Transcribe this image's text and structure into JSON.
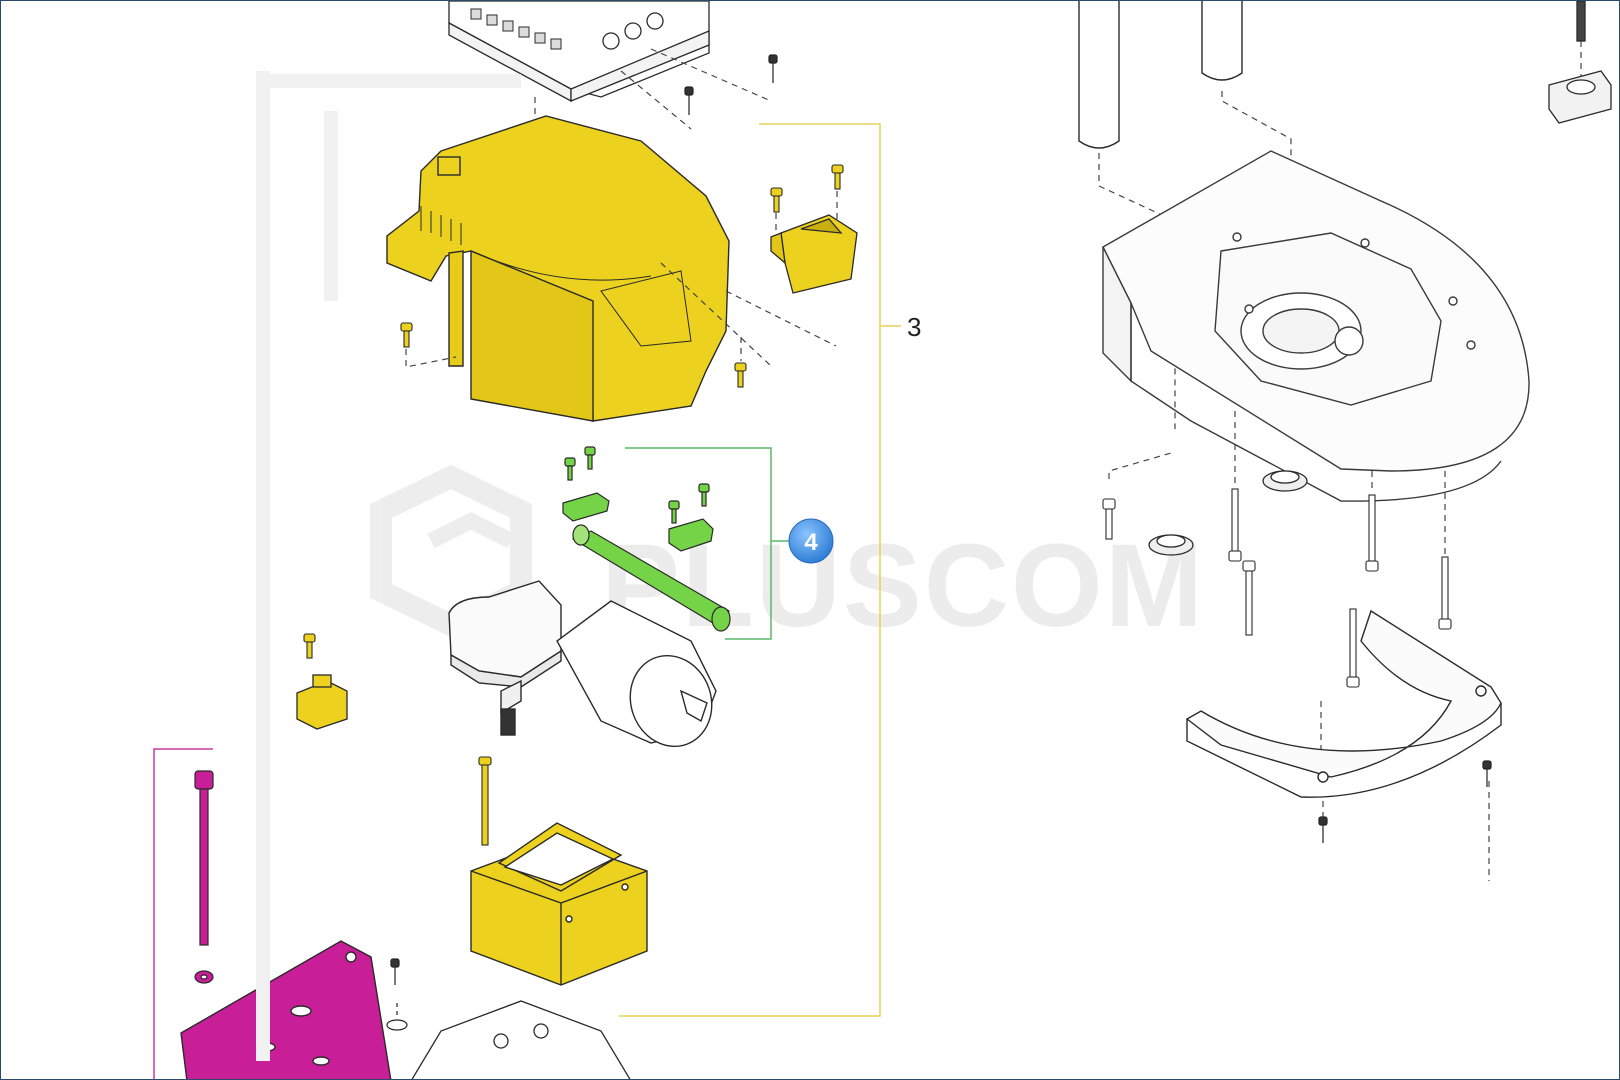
{
  "diagram": {
    "callouts": [
      {
        "id": "callout-3",
        "label": "3"
      },
      {
        "id": "callout-4",
        "label": "4"
      }
    ],
    "watermark": "PLUSCOM",
    "colors": {
      "yellow_part": "#ecd21e",
      "green_part": "#74d346",
      "magenta_part": "#c81e98",
      "outline": "#2a2a2a",
      "bracket_yellow": "#e6d25a",
      "bracket_green": "#5ab86a",
      "bracket_magenta": "#c83aa0",
      "badge_blue": "#3d8fe0",
      "watermark_gray": "#e6e6e6"
    }
  }
}
